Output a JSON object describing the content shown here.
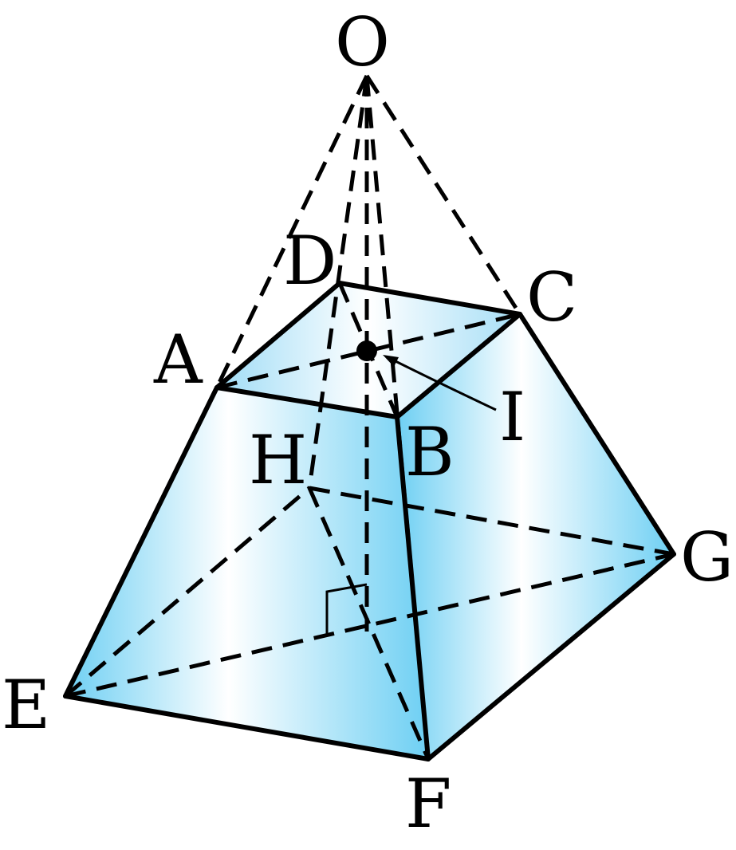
{
  "points": {
    "O": "O",
    "A": "A",
    "B": "B",
    "C": "C",
    "D": "D",
    "E": "E",
    "F": "F",
    "G": "G",
    "H": "H",
    "I": "I"
  },
  "colors": {
    "face_edge": "#6dcff3",
    "face_center": "#ffffff",
    "line": "#000000"
  }
}
